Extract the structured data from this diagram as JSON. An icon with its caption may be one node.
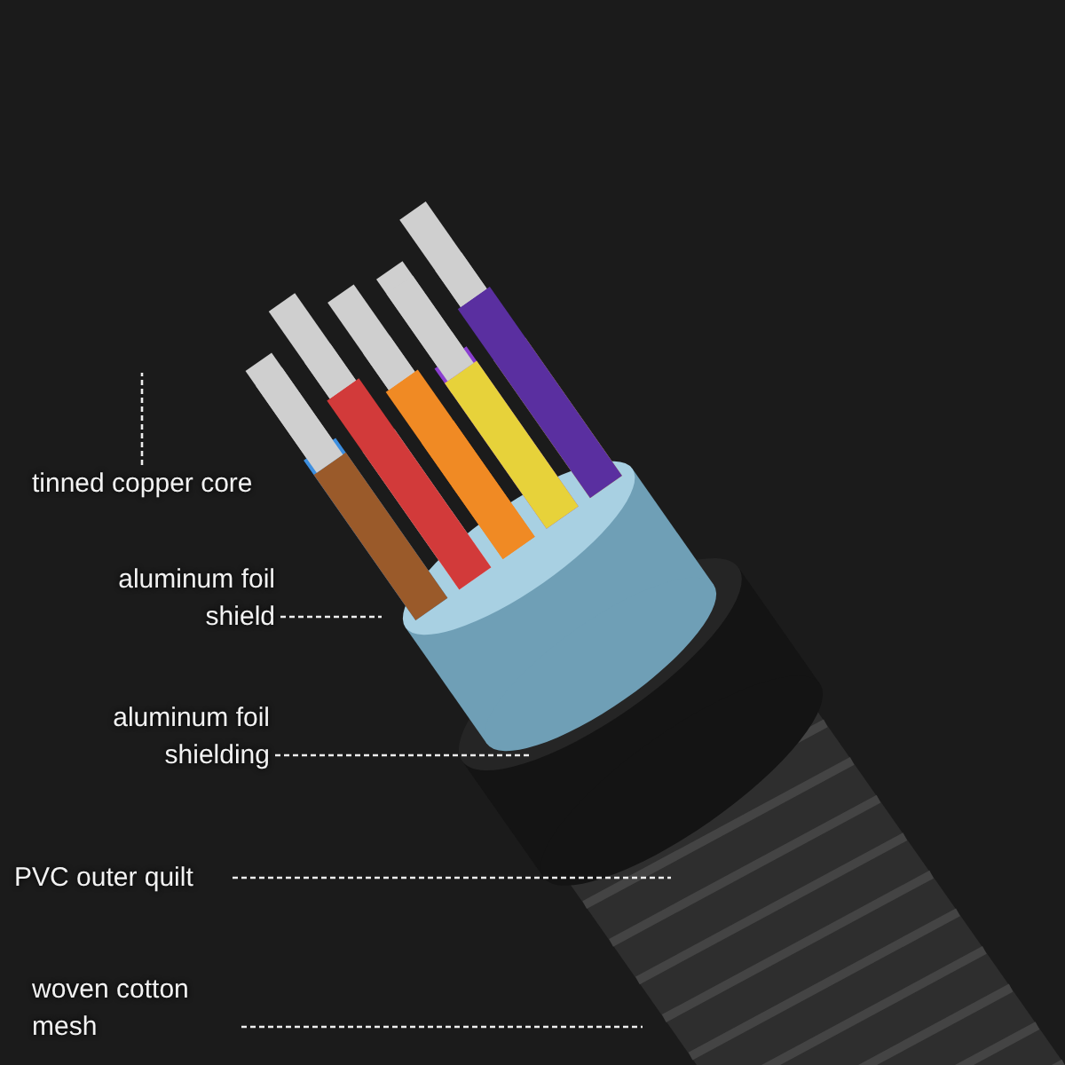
{
  "diagram": {
    "nodes": [
      {
        "text": [
          "tinned copper core"
        ]
      },
      {
        "text": [
          "aluminum foil shield"
        ]
      },
      {
        "text": [
          "aluminum foil shielding"
        ]
      },
      {
        "text": [
          "PVC outer quilt"
        ]
      },
      {
        "text": [
          "woven cotton mesh"
        ]
      }
    ],
    "edges": [
      {
        "from": 0,
        "to": null,
        "arrow": "none",
        "style": "dashed"
      },
      {
        "from": 1,
        "to": null,
        "arrow": "none",
        "style": "dashed"
      },
      {
        "from": 2,
        "to": null,
        "arrow": "none",
        "style": "dashed"
      },
      {
        "from": 3,
        "to": null,
        "arrow": "none",
        "style": "dashed"
      },
      {
        "from": 4,
        "to": null,
        "arrow": "none",
        "style": "dashed"
      }
    ]
  }
}
